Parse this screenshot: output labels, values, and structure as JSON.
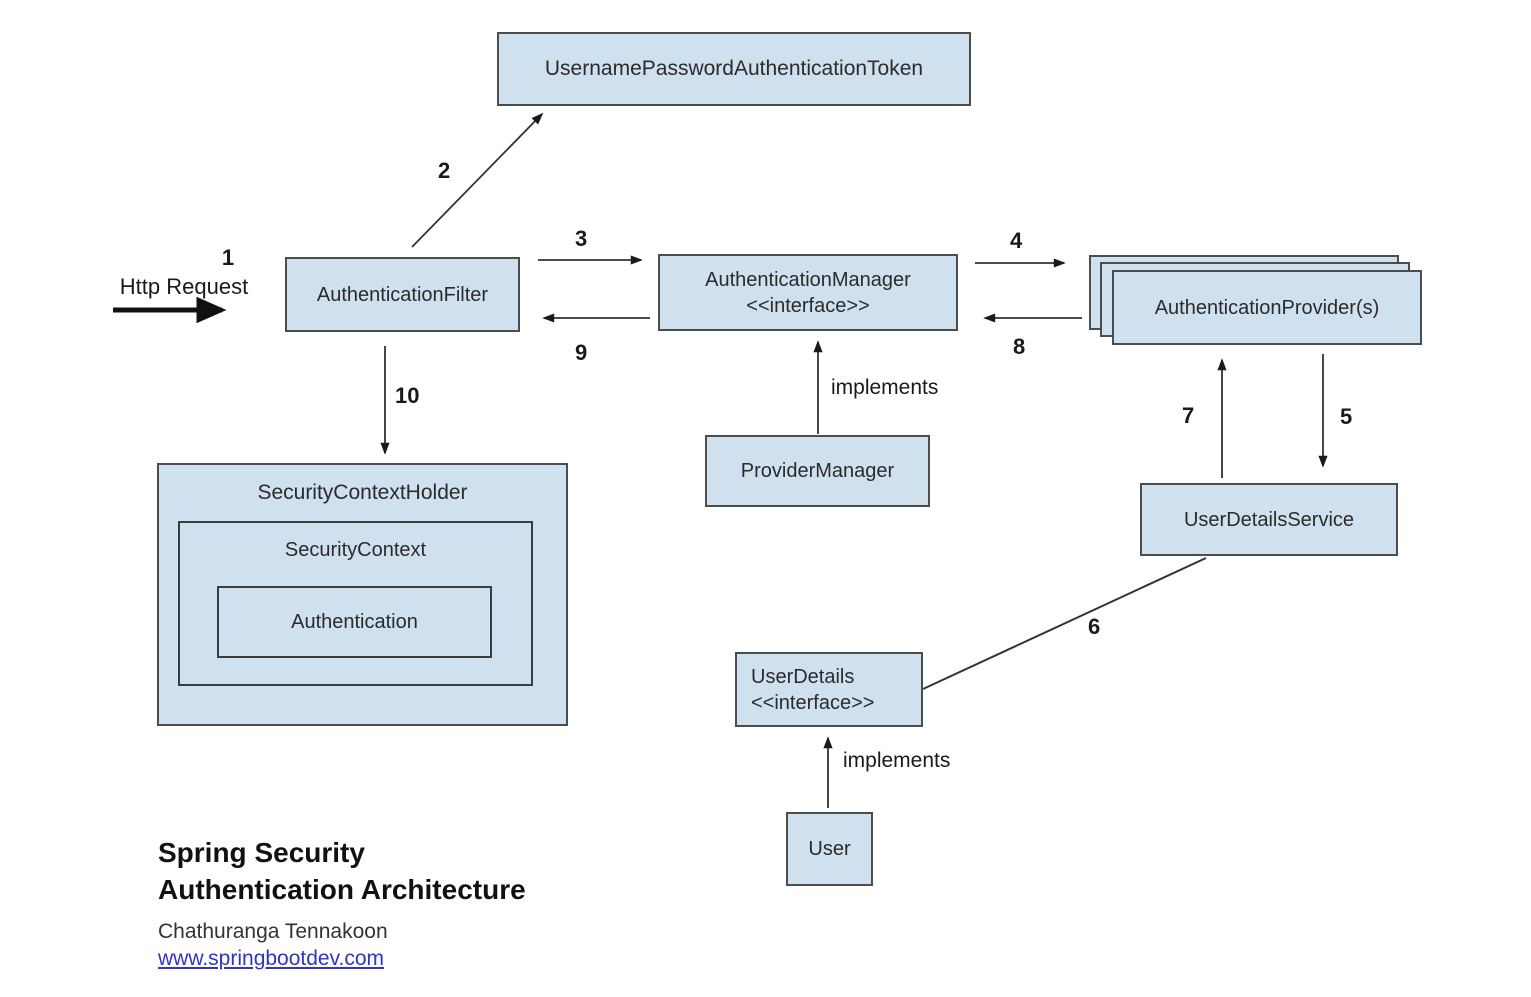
{
  "diagram": {
    "boxes": {
      "token": "UsernamePasswordAuthenticationToken",
      "filter": "AuthenticationFilter",
      "manager_line1": "AuthenticationManager",
      "manager_line2": "<<interface>>",
      "providers": "AuthenticationProvider(s)",
      "provider_manager": "ProviderManager",
      "security_context_holder": "SecurityContextHolder",
      "security_context": "SecurityContext",
      "authentication": "Authentication",
      "user_details_service": "UserDetailsService",
      "user_details_line1": "UserDetails",
      "user_details_line2": "<<interface>>",
      "user": "User"
    },
    "annotations": {
      "http_request": "Http Request",
      "implements_provider_manager": "implements",
      "implements_user": "implements"
    },
    "steps": {
      "s1": "1",
      "s2": "2",
      "s3": "3",
      "s4": "4",
      "s5": "5",
      "s6": "6",
      "s7": "7",
      "s8": "8",
      "s9": "9",
      "s10": "10"
    },
    "footer": {
      "title_line1": "Spring Security",
      "title_line2": "Authentication Architecture",
      "author": "Chathuranga Tennakoon",
      "website": "www.springbootdev.com"
    },
    "colors": {
      "box_fill": "#cfe0ef",
      "box_border": "#4d4d4d",
      "link": "#3232cf"
    }
  }
}
